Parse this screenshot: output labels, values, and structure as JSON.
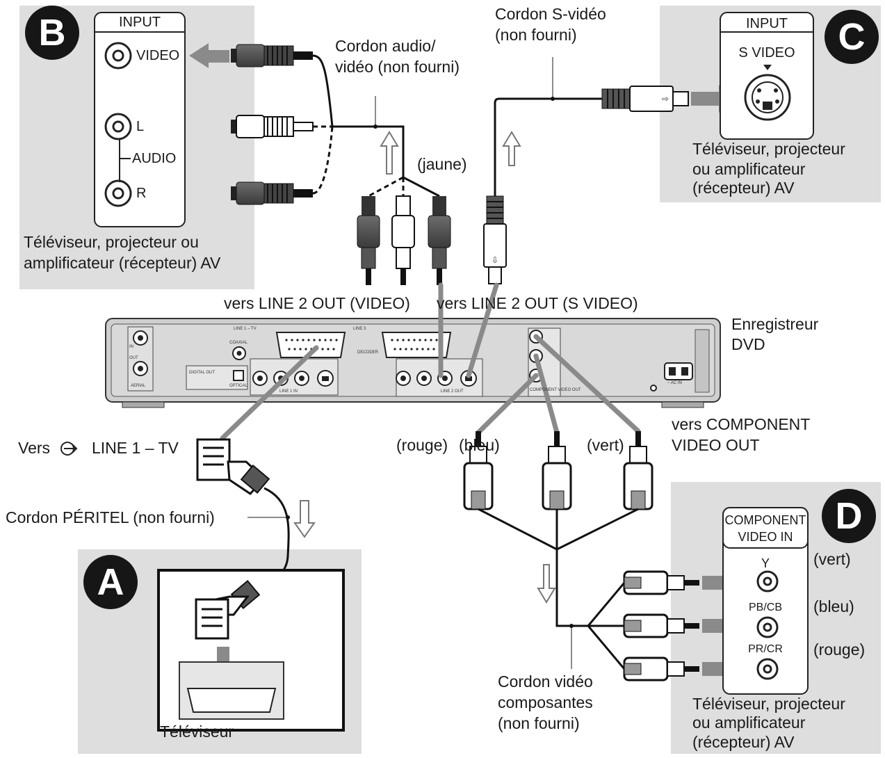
{
  "panels": {
    "b": {
      "badge": "B",
      "input_header": "INPUT",
      "video": "VIDEO",
      "l": "L",
      "audio": "AUDIO",
      "r": "R",
      "caption": [
        "Téléviseur, projecteur ou",
        "amplificateur (récepteur) AV"
      ]
    },
    "c": {
      "badge": "C",
      "input_header": "INPUT",
      "svideo": "S VIDEO",
      "caption": [
        "Téléviseur, projecteur",
        "ou amplificateur",
        "(récepteur) AV"
      ]
    },
    "a": {
      "badge": "A",
      "caption": "Téléviseur"
    },
    "d": {
      "badge": "D",
      "header": [
        "COMPONENT",
        "VIDEO IN"
      ],
      "y": "Y",
      "pb": "PB/CB",
      "pr": "PR/CR",
      "vert": "(vert)",
      "bleu": "(bleu)",
      "rouge": "(rouge)",
      "caption": [
        "Téléviseur, projecteur",
        "ou amplificateur",
        "(récepteur) AV"
      ]
    }
  },
  "labels": {
    "av_cord": [
      "Cordon audio/",
      "vidéo (non fourni)"
    ],
    "svideo_cord": [
      "Cordon S-vidéo",
      "(non fourni)"
    ],
    "jaune": "(jaune)",
    "to_line2_video": "vers LINE 2 OUT (VIDEO)",
    "to_line2_svideo": "vers LINE 2 OUT (S VIDEO)",
    "recorder": [
      "Enregistreur",
      "DVD"
    ],
    "to_line1_pre": "Vers",
    "to_line1_post": "LINE 1 – TV",
    "rouge": "(rouge)",
    "bleu": "(bleu)",
    "vert": "(vert)",
    "to_component": [
      "vers COMPONENT",
      "VIDEO OUT"
    ],
    "peritel_cord": "Cordon PÉRITEL (non fourni)",
    "component_cord": [
      "Cordon vidéo",
      "composantes",
      "(non fourni)"
    ]
  },
  "recorder_panel": {
    "line1": "LINE 1 – TV",
    "line3": "LINE 3",
    "decoder": "DECODER",
    "coaxial": "COAXIAL",
    "digital_out": "DIGITAL OUT",
    "optical": "OPTICAL",
    "line1_in": "LINE 1 IN",
    "line2_out": "LINE 2 OUT",
    "component": "COMPONENT VIDEO OUT",
    "ac_in": "~ AC IN",
    "aerial": "AERIAL",
    "in": "IN",
    "out": "OUT"
  },
  "colors": {
    "panel_gray": "#dedede",
    "arrow_gray": "#8a8a8a",
    "cable": "#111111",
    "recorder_body": "#cfcfcf"
  }
}
